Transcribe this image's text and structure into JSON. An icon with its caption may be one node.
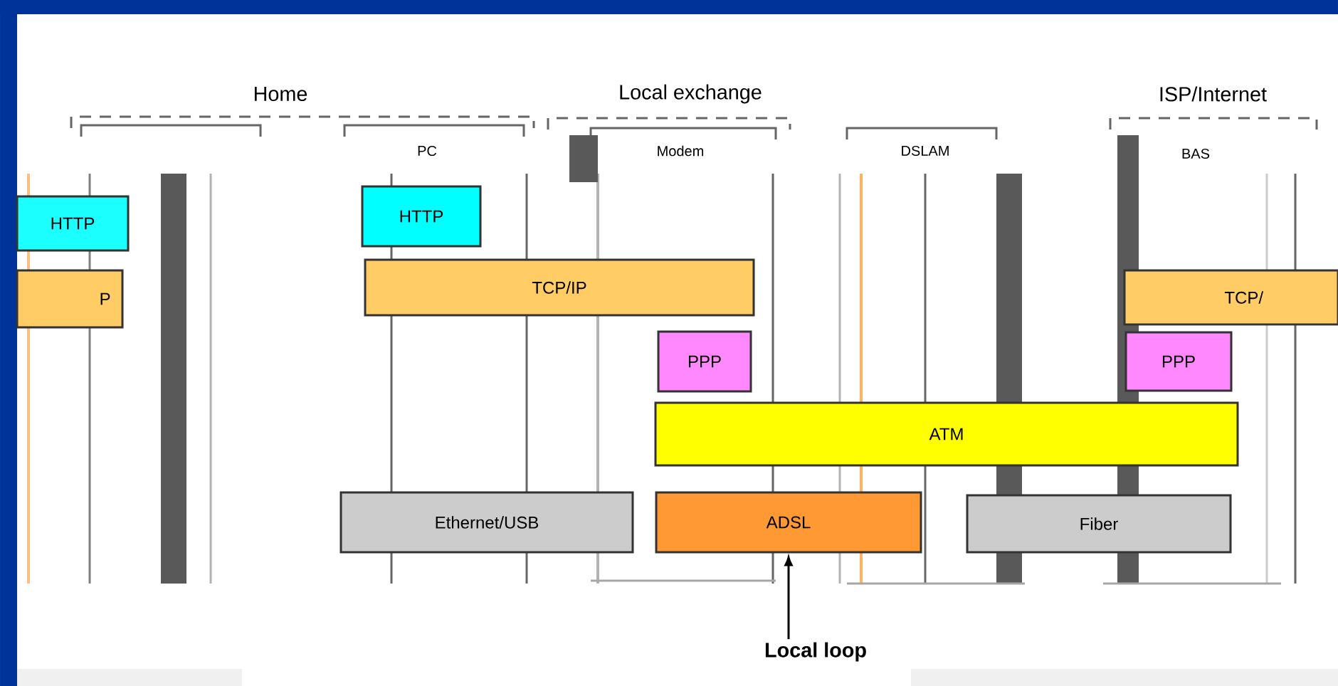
{
  "diagram": {
    "nodes": [
      {
        "text": [
          "HTTP"
        ]
      },
      {
        "text": [
          "P"
        ]
      },
      {
        "text": [
          "HTTP"
        ]
      },
      {
        "text": [
          "TCP/IP"
        ]
      },
      {
        "text": [
          "PPP"
        ]
      },
      {
        "text": [
          "ATM"
        ]
      },
      {
        "text": [
          "Ethernet/USB"
        ]
      },
      {
        "text": [
          "ADSL"
        ]
      },
      {
        "text": [
          "Fiber"
        ]
      },
      {
        "text": [
          "PPP"
        ]
      },
      {
        "text": [
          "TCP/"
        ]
      },
      {
        "text": [
          "Local loop"
        ]
      }
    ],
    "edges": [
      {
        "from": 11,
        "to": 7,
        "arrow": "to"
      }
    ],
    "labels": [
      "Home",
      "Local exchange",
      "ISP/Internet",
      "PC",
      "Modem",
      "DSLAM",
      "BAS"
    ]
  }
}
